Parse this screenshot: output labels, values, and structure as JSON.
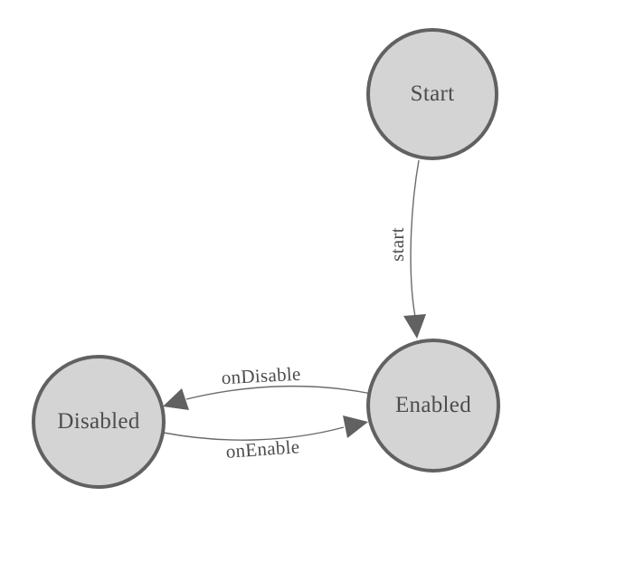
{
  "diagram": {
    "type": "state-machine",
    "background_color": "#ffffff",
    "node_fill_color": "#d4d4d4",
    "node_stroke_color": "#616161",
    "edge_color": "#6b6b6b",
    "text_color": "#4c4c4e",
    "nodes": [
      {
        "id": "start",
        "label": "Start"
      },
      {
        "id": "enabled",
        "label": "Enabled"
      },
      {
        "id": "disabled",
        "label": "Disabled"
      }
    ],
    "edges": [
      {
        "from": "Start",
        "to": "Enabled",
        "label": "start"
      },
      {
        "from": "Enabled",
        "to": "Disabled",
        "label": "onDisable"
      },
      {
        "from": "Disabled",
        "to": "Enabled",
        "label": "onEnable"
      }
    ]
  }
}
